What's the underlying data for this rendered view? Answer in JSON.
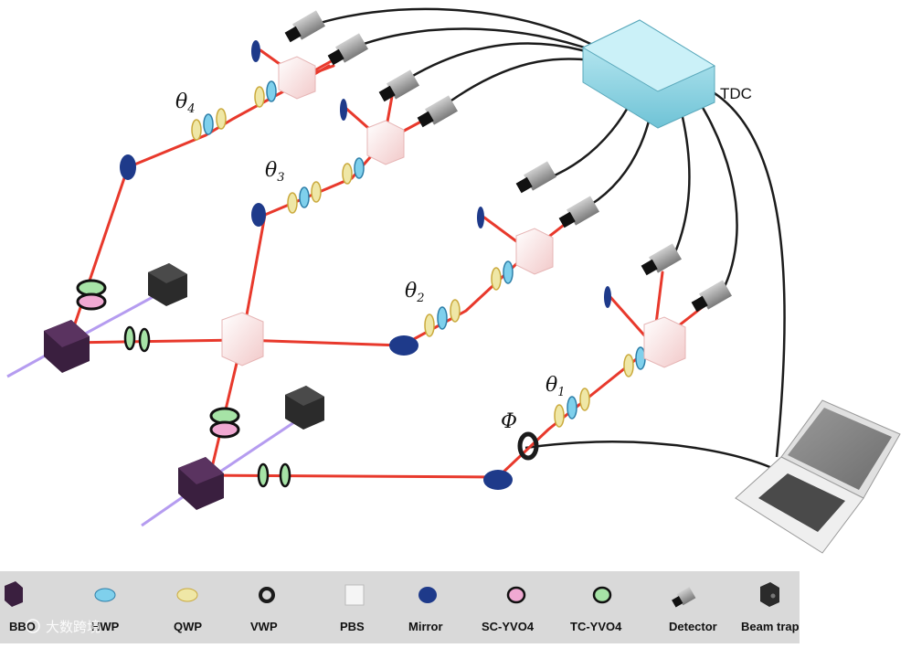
{
  "labels": {
    "theta1": "θ",
    "theta1_sub": "1",
    "theta2": "θ",
    "theta2_sub": "2",
    "theta3": "θ",
    "theta3_sub": "3",
    "theta4": "θ",
    "theta4_sub": "4",
    "phi": "Φ",
    "tdc": "TDC"
  },
  "legend": [
    {
      "name": "bbo",
      "label": "BBO"
    },
    {
      "name": "hwp",
      "label": "HWP"
    },
    {
      "name": "qwp",
      "label": "QWP"
    },
    {
      "name": "vwp",
      "label": "VWP"
    },
    {
      "name": "pbs",
      "label": "PBS"
    },
    {
      "name": "mirror",
      "label": "Mirror"
    },
    {
      "name": "sc-yvo4",
      "label": "SC-YVO4"
    },
    {
      "name": "tc-yvo4",
      "label": "TC-YVO4"
    },
    {
      "name": "detector",
      "label": "Detector"
    },
    {
      "name": "beam-trap",
      "label": "Beam trap"
    }
  ],
  "watermark": "大数跨境",
  "colors": {
    "laser": "#e8392c",
    "pump": "#a98ae8",
    "hwp": "#7fd0ec",
    "qwp": "#efe7a6",
    "mirror": "#1e3a8a",
    "bbo": "#3a1f3f",
    "sc_yvo4": "#f0a9d2",
    "tc_yvo4": "#a6e3a6",
    "tdc_box": "#a9e3ef",
    "fiber": "#222222"
  }
}
